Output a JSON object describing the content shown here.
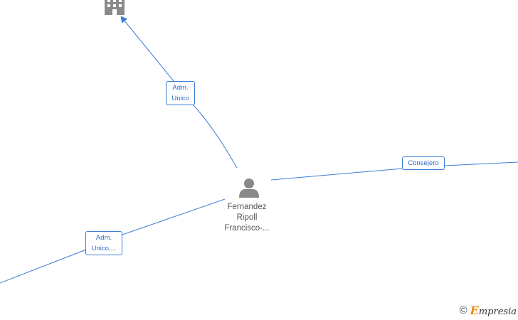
{
  "diagram": {
    "person": {
      "name_lines": [
        "Fernandez",
        "Ripoll",
        "Francisco-..."
      ],
      "icon": "person-icon"
    },
    "company": {
      "icon": "building-icon"
    },
    "edges": [
      {
        "id": "adm-unico-top",
        "label_lines": [
          "Adm.",
          "Unico"
        ]
      },
      {
        "id": "consejero-right",
        "label_lines": [
          "Consejero"
        ]
      },
      {
        "id": "adm-unico-left",
        "label_lines": [
          "Adm.",
          "Unico,..."
        ]
      }
    ],
    "colors": {
      "edge": "#3a7fd5",
      "icon": "#888888",
      "brand_accent": "#e98b1a"
    }
  },
  "footer": {
    "copyright_symbol": "©",
    "brand_first_letter": "E",
    "brand_rest": "mpresia"
  }
}
